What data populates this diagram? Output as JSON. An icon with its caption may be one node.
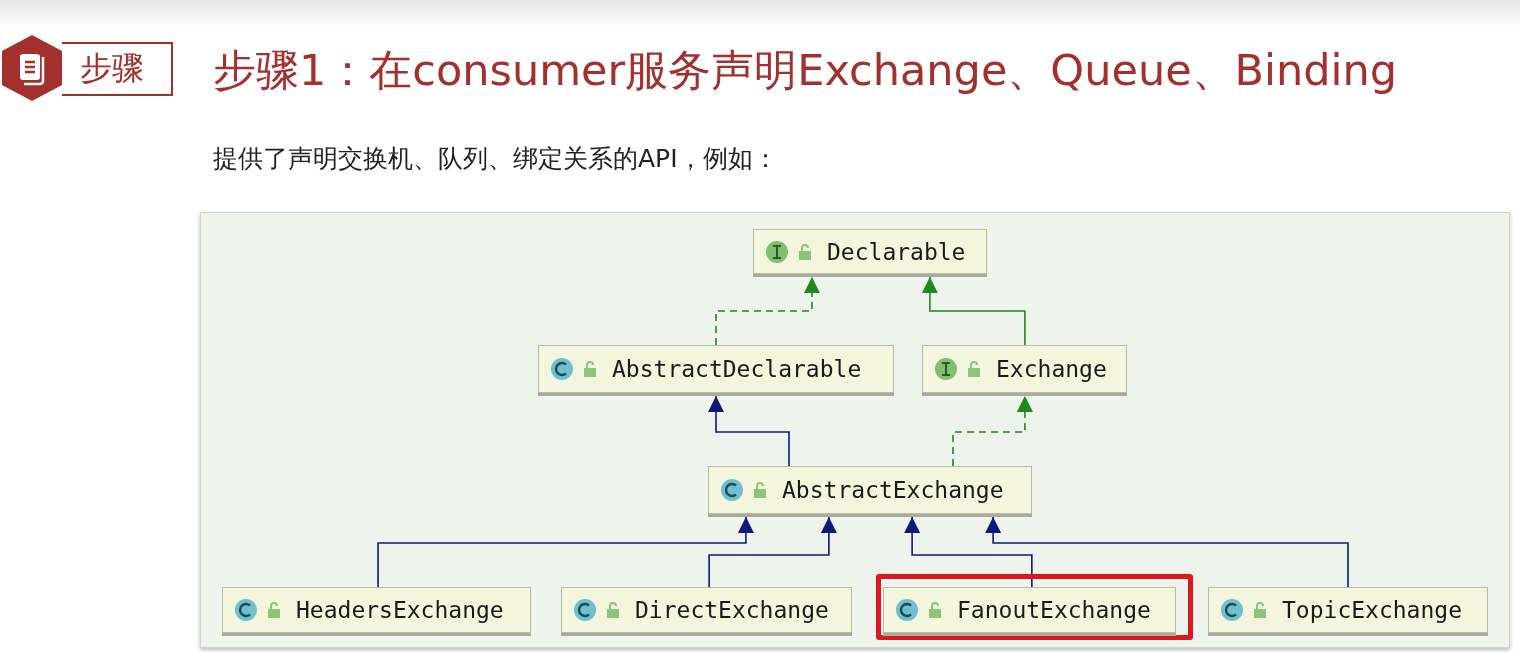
{
  "diagram": {
    "title": "步骤1：在consumer服务声明Exchange、Queue、Binding",
    "nodes": [
      {
        "text": [
          "步骤"
        ]
      },
      {
        "text": [
          "Declarable"
        ]
      },
      {
        "text": [
          "AbstractDeclarable"
        ]
      },
      {
        "text": [
          "Exchange"
        ]
      },
      {
        "text": [
          "AbstractExchange"
        ]
      },
      {
        "text": [
          "HeadersExchange"
        ]
      },
      {
        "text": [
          "DirectExchange"
        ]
      },
      {
        "text": [],
        "shape": "box"
      },
      {
        "text": [
          "FanoutExchange"
        ],
        "in": 7
      },
      {
        "text": [
          "TopicExchange"
        ]
      }
    ],
    "edges": [
      {
        "from": 2,
        "to": 1,
        "arrow": "to",
        "style": "dashed",
        "color": "#1e8a1e"
      },
      {
        "from": 3,
        "to": 1,
        "arrow": "to",
        "color": "#1e8a1e"
      },
      {
        "from": 4,
        "to": 2,
        "arrow": "to"
      },
      {
        "from": 4,
        "to": 3,
        "arrow": "to",
        "style": "dashed",
        "color": "#1e8a1e"
      },
      {
        "from": 5,
        "to": 4,
        "arrow": "to"
      },
      {
        "from": 6,
        "to": 4,
        "arrow": "to"
      },
      {
        "from": 8,
        "to": 4,
        "arrow": "to"
      },
      {
        "from": 9,
        "to": 4,
        "arrow": "to"
      }
    ],
    "labels": [
      "提供了声明交换机、队列、绑定关系的API，例如："
    ]
  }
}
